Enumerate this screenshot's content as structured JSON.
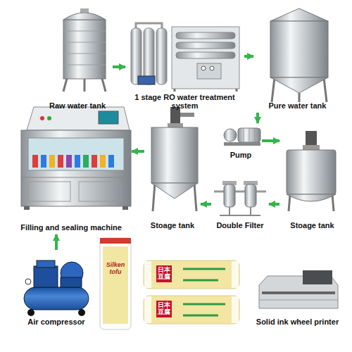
{
  "diagram": {
    "nodes": [
      {
        "text": [
          "Raw water tank"
        ]
      },
      {
        "text": [
          "1 stage RO water treatment system"
        ]
      },
      {
        "text": [
          "Pure water tank"
        ]
      },
      {
        "text": [
          "Pump"
        ]
      },
      {
        "text": [
          "Stoage tank"
        ]
      },
      {
        "text": [
          "Double Filter"
        ]
      },
      {
        "text": [
          "Stoage tank"
        ]
      },
      {
        "text": [
          "Filling and sealing machine"
        ]
      },
      {
        "text": [
          "Air compressor"
        ]
      },
      {
        "text": [
          "Solid ink wheel printer"
        ]
      }
    ],
    "edges": [
      {
        "from": 0,
        "to": 1,
        "arrow": "to"
      },
      {
        "from": 1,
        "to": 2,
        "arrow": "to"
      },
      {
        "from": 2,
        "to": 3,
        "arrow": "to"
      },
      {
        "from": 3,
        "to": 4,
        "arrow": "to"
      },
      {
        "from": 4,
        "to": 5,
        "arrow": "to"
      },
      {
        "from": 5,
        "to": 6,
        "arrow": "to"
      },
      {
        "from": 6,
        "to": 7,
        "arrow": "to"
      },
      {
        "from": 8,
        "to": 7,
        "arrow": "to"
      }
    ],
    "labels": [
      "Silken tofu",
      "日本豆腐",
      "日本豆腐"
    ]
  }
}
